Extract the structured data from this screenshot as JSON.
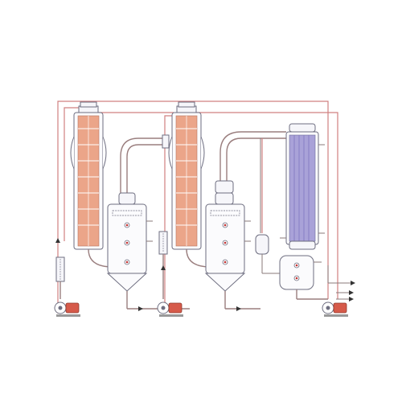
{
  "diagram": {
    "kind": "double-effect falling film evaporator flow schematic",
    "components": [
      {
        "name": "effect-1-heater",
        "icon": "shell-and-tube-heater"
      },
      {
        "name": "effect-1-separator",
        "icon": "separator-vessel"
      },
      {
        "name": "effect-2-heater",
        "icon": "shell-and-tube-heater"
      },
      {
        "name": "effect-2-separator",
        "icon": "separator-vessel"
      },
      {
        "name": "condenser",
        "icon": "tube-condenser"
      },
      {
        "name": "receiver-tank",
        "icon": "horizontal-tank"
      },
      {
        "name": "trap",
        "icon": "small-vessel"
      },
      {
        "name": "flowmeter-1",
        "icon": "rotameter"
      },
      {
        "name": "flowmeter-2",
        "icon": "rotameter"
      },
      {
        "name": "pump-1",
        "icon": "motor-pump"
      },
      {
        "name": "pump-2",
        "icon": "motor-pump"
      },
      {
        "name": "pump-3",
        "icon": "motor-pump"
      }
    ],
    "colors": {
      "heater_tubes": "#eba589",
      "condenser_tubes": "#a9a2d8",
      "motor": "#d65a4a",
      "steam_line": "#d08080",
      "process_pipe": "#9a7e7e",
      "vessel_outline": "#6e6e80"
    }
  }
}
